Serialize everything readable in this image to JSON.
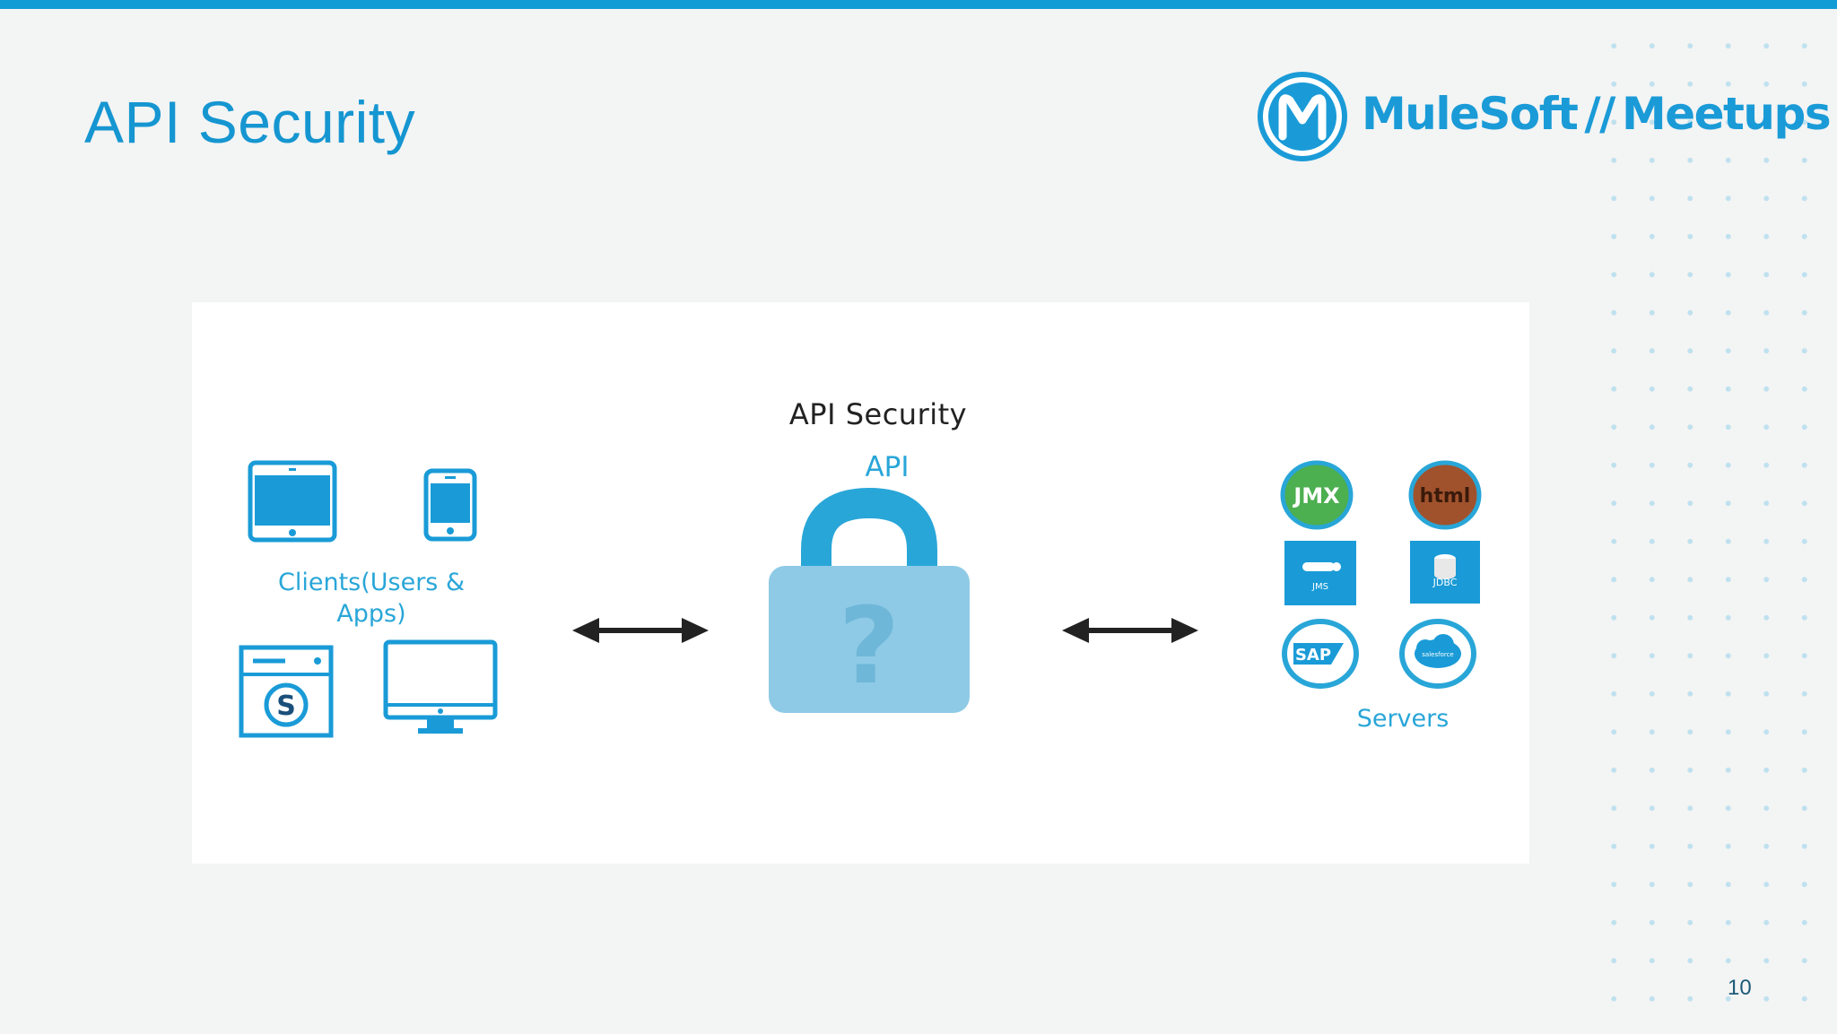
{
  "slide": {
    "title": "API Security",
    "page_number": "10"
  },
  "logo": {
    "brand": "MuleSoft",
    "separator": "//",
    "suffix": "Meetups"
  },
  "diagram": {
    "title": "API Security",
    "api_label": "API",
    "clients_label_line1": "Clients(Users &",
    "clients_label_line2": "Apps)",
    "servers_label": "Servers",
    "servers": {
      "jmx": "JMX",
      "html": "html",
      "jms": "JMS",
      "jdbc": "JDBC",
      "sap": "SAP",
      "salesforce": "salesforce"
    },
    "lock_symbol": "?",
    "colors": {
      "accent": "#129cd6",
      "client_icon": "#1a9bd7",
      "lock": "#8ecae6",
      "jmx": "#4caf50",
      "html": "#a0522d"
    }
  }
}
